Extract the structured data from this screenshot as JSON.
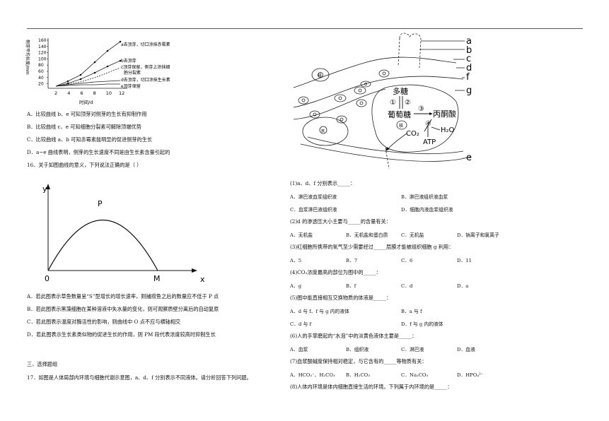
{
  "left": {
    "chart1": {
      "ylabel": "侧芽平均长度/mm",
      "yticks": [
        "160",
        "140",
        "120",
        "100",
        "80",
        "60",
        "40",
        "20"
      ],
      "xticks": [
        "2",
        "4",
        "6",
        "8",
        "10",
        "12"
      ],
      "xlabel": "时间/d",
      "legends": [
        "a去顶芽，切口涂抹赤霉素",
        "b去顶芽",
        "c顶芽保留，侧芽上涂抹细胞分裂素",
        "d去顶芽，切口涂抹生长素",
        "e顶芽保留"
      ]
    },
    "q15_options": [
      "A．比较曲线 b、e 可知顶芽对侧芽的生长有抑制作用",
      "B．比较曲线 c、e 可知细胞分裂素可解除顶端优势",
      "C．比较曲线 a、b 可知赤霉素能明显的促进侧芽的生长",
      "D．a~e 曲线表明，侧芽的生长速度不同是由生长素含量引起的"
    ],
    "q16_stem": "16．关于如图曲线的意义，下列说法正确的是（     ）",
    "chart2": {
      "y": "y",
      "x": "x",
      "peak": "P",
      "origin": "0",
      "end": "M"
    },
    "q16_options": [
      "A．若此图表示草鱼数量呈“S”型增长的增长速率，则捕捞鱼之后的数量应不低于 P 点",
      "B．若此图表示黑藻细胞在某种溶液中失水量的变化，则可观察质壁分离后的自动复原",
      "C．若此图表示温度对酶活性的影响，则曲线中 O 点不应与横轴相交",
      "D．若此图表示生长素类似物的促进生长的作用，则 PM 段代表浓度较高时抑制生长"
    ],
    "section": "三、选择题组",
    "q17_stem": "17．如图是人体局部内环境与细胞代谢示意图，a、d、f 分别表示不同液体。请分析回答下列问题。"
  },
  "right": {
    "diagram": {
      "letters": [
        "a",
        "b",
        "c",
        "d",
        "f",
        "g",
        "e"
      ],
      "duotang": "多糖",
      "nums": [
        "①",
        "②",
        "③",
        "④"
      ],
      "putaotang": "葡萄糖",
      "bingtongsuan": "丙酮酸",
      "co2": "CO₂",
      "h2o": "H₂O",
      "atp": "ATP",
      "nucleus": "核"
    },
    "questions": [
      {
        "stem": "(1)a、d、f 分别表示_____：",
        "opts": [
          "A．淋巴液血浆组织液",
          "B．淋巴液组织液血浆",
          "C．血浆淋巴液组织液",
          "D．细胞内液血浆组织液"
        ],
        "layout": "2x2"
      },
      {
        "stem": "(2)d 的渗透压大小主要与_____的含量有关：",
        "opts": [
          "A．无机盐",
          "B．无机盐和蛋白质",
          "C．无机盐",
          "D．钠离子和氯离子"
        ],
        "layout": "4"
      },
      {
        "stem": "(3)红细胞所携带的氧气至少需要经过_____层膜才能被组织细胞 g 利用：",
        "opts": [
          "A．5",
          "B．7",
          "C．6",
          "D．11"
        ],
        "layout": "4"
      },
      {
        "stem": "(4)CO₂浓度最高的部位为图中的_____：",
        "opts": [
          "A．g",
          "B．f",
          "C．d",
          "D．a"
        ],
        "layout": "4"
      },
      {
        "stem": "(5)图中能直接相互交换物质的体液是_____：",
        "opts": [
          "A．d 与 f、f 与 g 内的液体",
          "B．a 与 f",
          "C．d 与 f",
          "D．f 与 g 内的液体"
        ],
        "layout": "2x2"
      },
      {
        "stem": "(6)人的手掌磨起的“水泡”中的淡黄色液体主要是_____：",
        "opts": [
          "A．血浆",
          "B．组织液",
          "C．淋巴液",
          "D．血液"
        ],
        "layout": "4"
      },
      {
        "stem": "(7)血浆酸碱度保持相对稳定，与它含有的_____等物质有关：",
        "opts": [
          "A．HCO₃⁻、H₂CO₃",
          "B．H₂CO₃",
          "C．Na₂CO₃",
          "D．HPO₄²⁻"
        ],
        "layout": "4"
      },
      {
        "stem": "(8)人体内环境是体内细胞直接生活的环境。下列属于内环境的是_____：",
        "opts": [],
        "layout": "none"
      }
    ]
  }
}
